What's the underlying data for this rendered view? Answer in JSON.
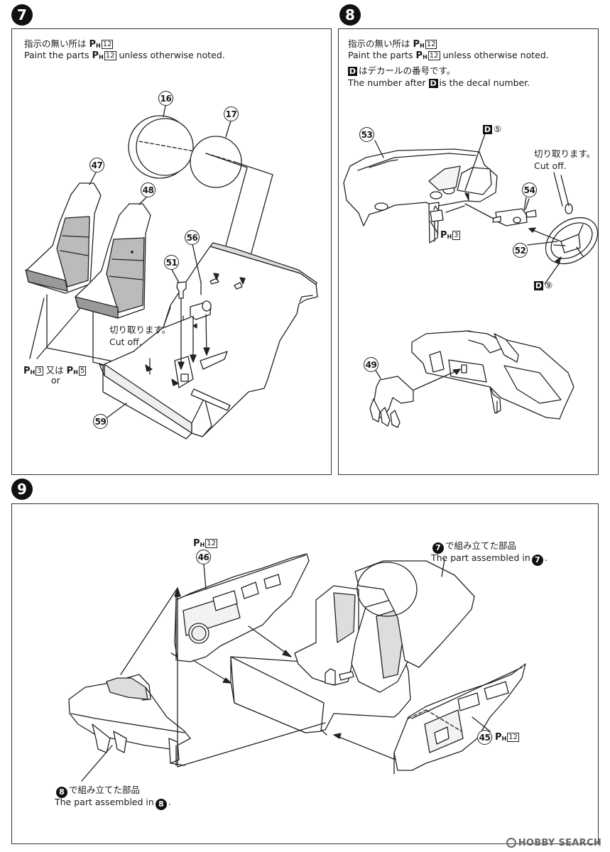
{
  "steps": {
    "s7": {
      "num": "7"
    },
    "s8": {
      "num": "8"
    },
    "s9": {
      "num": "9"
    }
  },
  "step7": {
    "note_jp": "指示の無い所は",
    "note_en_pre": "Paint the parts",
    "note_en_post": "unless otherwise noted.",
    "paint_code": "12",
    "cut_jp": "切り取ります。",
    "cut_en": "Cut off.",
    "seat_paint_a": "3",
    "seat_or_jp": "又は",
    "seat_or_en": "or",
    "seat_paint_b": "5",
    "parts": {
      "p16": "16",
      "p17": "17",
      "p47": "47",
      "p48": "48",
      "p56": "56",
      "p51": "51",
      "p59": "59"
    }
  },
  "step8": {
    "note_jp": "指示の無い所は",
    "note_en_pre": "Paint the parts",
    "note_en_post": "unless otherwise noted.",
    "paint_code": "12",
    "decal_jp": "はデカールの番号です。",
    "decal_en_pre": "The number after",
    "decal_en_post": "is the decal number.",
    "decal_letter": "D",
    "decal_5": "⑤",
    "decal_9": "⑨",
    "cut_jp": "切り取ります。",
    "cut_en": "Cut off.",
    "paint_53": "3",
    "parts": {
      "p53": "53",
      "p54": "54",
      "p52": "52",
      "p49": "49"
    }
  },
  "step9": {
    "paint_46": "12",
    "paint_45": "12",
    "from7_jp": "で組み立てた部品",
    "from7_en": "The part assembled in",
    "from7_num": "7",
    "from8_jp": "で組み立てた部品",
    "from8_en": "The part assembled in",
    "from8_num": "8",
    "period": ".",
    "parts": {
      "p46": "46",
      "p45": "45"
    }
  },
  "ph_letter": "P",
  "ph_sub": "H",
  "watermark": "HOBBY SEARCH"
}
